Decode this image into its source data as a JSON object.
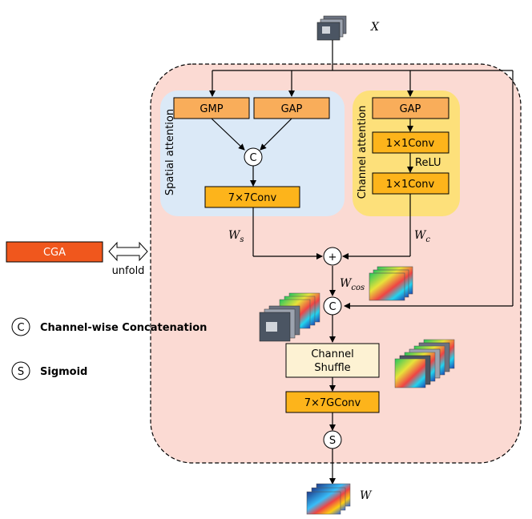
{
  "blocks": {
    "gmp": "GMP",
    "gap_spatial": "GAP",
    "conv7": "7×7Conv",
    "gap_channel": "GAP",
    "conv1a": "1×1Conv",
    "relu": "ReLU",
    "conv1b": "1×1Conv",
    "shuffle_line1": "Channel",
    "shuffle_line2": "Shuffle",
    "gconv": "7×7GConv",
    "cga": "CGA",
    "unfold": "unfold"
  },
  "regions": {
    "spatial": "Spatial attention",
    "channel": "Channel attention"
  },
  "symbols": {
    "concat": "C",
    "sigmoid": "S",
    "plus": "+"
  },
  "variables": {
    "x": "X",
    "ws": "W",
    "ws_sub": "s",
    "wc": "W",
    "wc_sub": "c",
    "wcos": "W",
    "wcos_sub": "cos",
    "w": "W"
  },
  "legend": {
    "concat_label": "Channel-wise Concatenation",
    "sigmoid_label": "Sigmoid"
  },
  "colors": {
    "outer_bg": "#fbdad3",
    "spatial_bg": "#dbe9f7",
    "channel_bg": "#fde07a",
    "orange_block": "#f9ad5a",
    "yellow_block": "#fdb41b",
    "shuffle_block": "#fdf2d3",
    "cga_block": "#f0571d"
  }
}
